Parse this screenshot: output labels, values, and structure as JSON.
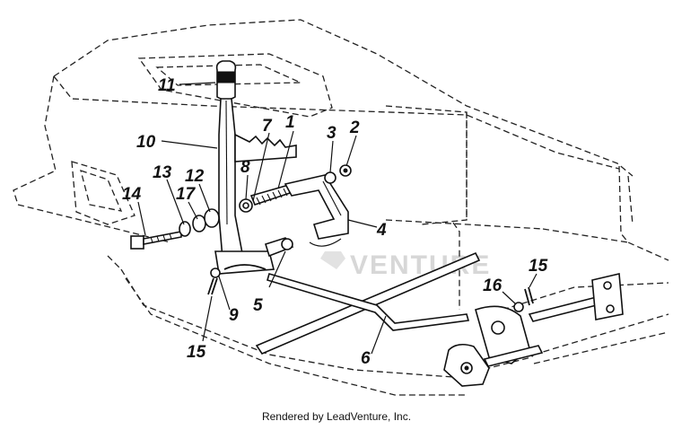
{
  "callouts": {
    "c1": "1",
    "c2": "2",
    "c3": "3",
    "c4": "4",
    "c5": "5",
    "c6": "6",
    "c7": "7",
    "c8": "8",
    "c9": "9",
    "c10": "10",
    "c11": "11",
    "c12": "12",
    "c13": "13",
    "c14": "14",
    "c15a": "15",
    "c15b": "15",
    "c16": "16",
    "c17": "17"
  },
  "watermark": "VENTURE",
  "footer": "Rendered by LeadVenture, Inc."
}
